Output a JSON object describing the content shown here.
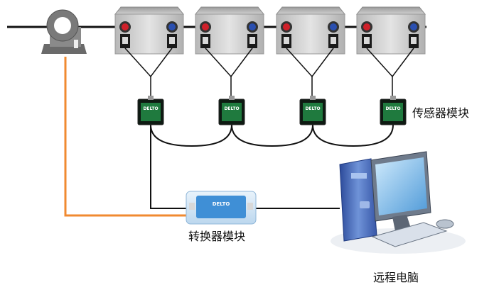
{
  "labels": {
    "sensor_module": "传感器模块",
    "converter_module": "转换器模块",
    "remote_pc": "远程电脑"
  },
  "sensors": [
    {
      "brand": "DELTO"
    },
    {
      "brand": "DELTO"
    },
    {
      "brand": "DELTO"
    },
    {
      "brand": "DELTO"
    }
  ],
  "converter": {
    "brand": "DELTO"
  },
  "colors": {
    "current_sensor_wire": "#f08a30",
    "bus_line": "#111111",
    "battery_body": "#c9c9c9",
    "module_green": "#1f7a3e",
    "converter_blue": "#3f8fd6",
    "terminal_red": "#d0202a",
    "terminal_blue": "#2a4fb0"
  }
}
